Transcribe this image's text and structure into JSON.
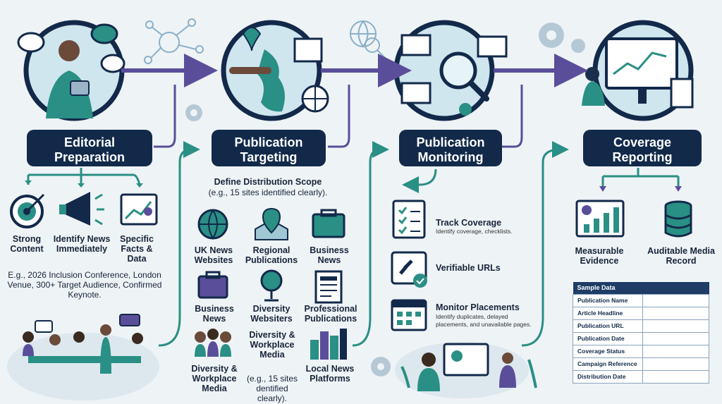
{
  "stages": [
    {
      "title_line1": "Editorial",
      "title_line2": "Preparation",
      "subs": [
        "Strong Content",
        "Identify News Immediately",
        "Specific Facts & Data"
      ],
      "example": "E.g., 2026 Inclusion Conference, London Venue, 300+ Target Audience, Confirmed Keynote."
    },
    {
      "title_line1": "Publication",
      "title_line2": "Targeting",
      "scope_title": "Define Distribution Scope",
      "scope_note": "(e.g., 15 sites identified clearly).",
      "items": [
        "UK News Websites",
        "Regional Publications",
        "Business News",
        "Business News",
        "Diversity Websiters",
        "Professional Publications",
        "Diversity & Workplace Media",
        "Diversity & Workplace Media",
        "Local News Platforms"
      ],
      "bottom_note": "(e.g., 15 sites dentified clearly)."
    },
    {
      "title_line1": "Publication",
      "title_line2": "Monitoring",
      "checks": [
        {
          "title": "Track Coverage",
          "desc": "Identify coverage, checklists."
        },
        {
          "title": "Verifiable URLs",
          "desc": ""
        },
        {
          "title": "Monitor Placements",
          "desc": "Identify duplicates, delayed placements, and unavailable pages."
        }
      ]
    },
    {
      "title_line1": "Coverage",
      "title_line2": "Reporting",
      "outputs": [
        "Measurable Evidence",
        "Auditable Media Record"
      ],
      "table_title": "Sample Data",
      "table_rows": [
        "Publication Name",
        "Article Headline",
        "Publication URL",
        "Publication Date",
        "Coverage Status",
        "Campaign Reference",
        "Distribution Date"
      ]
    }
  ],
  "colors": {
    "navy": "#12294a",
    "teal": "#2a8f85",
    "purple": "#5a4e9a",
    "bg": "#eef3f6"
  }
}
